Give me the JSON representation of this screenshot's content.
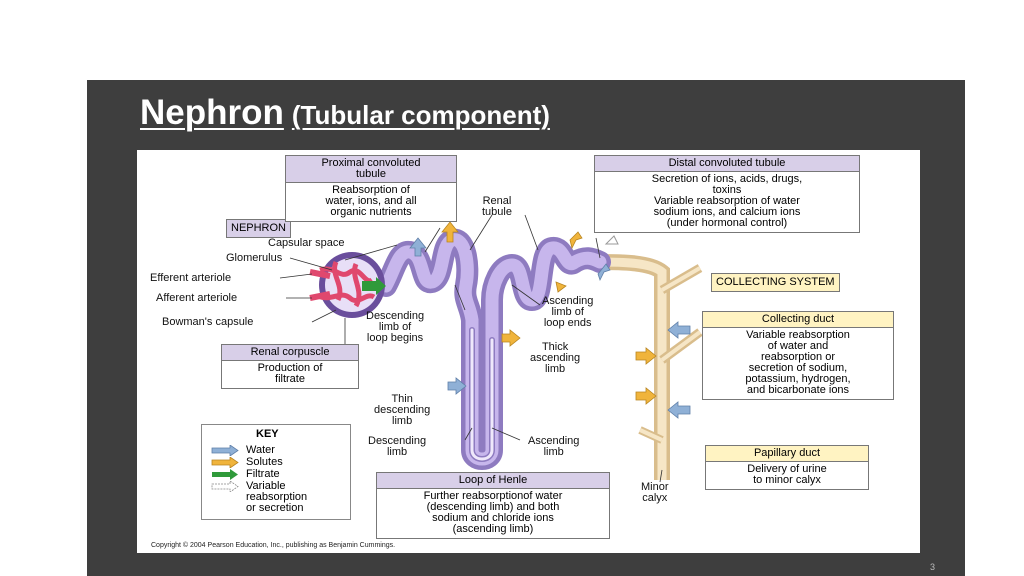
{
  "slide": {
    "title_main": "Nephron",
    "title_sub": "(Tubular component)",
    "slide_number": "3"
  },
  "figure": {
    "nephron_tag": "NEPHRON",
    "collecting_tag": "COLLECTING SYSTEM",
    "labels": {
      "capsular_space": "Capsular space",
      "glomerulus": "Glomerulus",
      "efferent": "Efferent arteriole",
      "afferent": "Afferent arteriole",
      "bowmans": "Bowman's capsule",
      "renal_tubule_1": "Renal",
      "renal_tubule_2": "tubule",
      "desc_begins_1": "Descending",
      "desc_begins_2": "limb of",
      "desc_begins_3": "loop begins",
      "asc_ends_1": "Ascending",
      "asc_ends_2": "limb of",
      "asc_ends_3": "loop ends",
      "thick_1": "Thick",
      "thick_2": "ascending",
      "thick_3": "limb",
      "thin_1": "Thin",
      "thin_2": "descending",
      "thin_3": "limb",
      "desc_limb_1": "Descending",
      "desc_limb_2": "limb",
      "asc_limb_1": "Ascending",
      "asc_limb_2": "limb",
      "minor_calyx_1": "Minor",
      "minor_calyx_2": "calyx"
    },
    "boxes": {
      "pct": {
        "header_1": "Proximal convoluted",
        "header_2": "tubule",
        "body_1": "Reabsorption of",
        "body_2": "water, ions, and all",
        "body_3": "organic nutrients"
      },
      "dct": {
        "header": "Distal convoluted tubule",
        "body_1": "Secretion of ions, acids, drugs,",
        "body_2": "toxins",
        "body_3": "Variable reabsorption of water",
        "body_4": "sodium ions, and calcium ions",
        "body_5": "(under hormonal control)"
      },
      "renal_corpuscle": {
        "header": "Renal corpuscle",
        "body_1": "Production of",
        "body_2": "filtrate"
      },
      "collecting_duct": {
        "header": "Collecting duct",
        "body_1": "Variable reabsorption",
        "body_2": "of water and",
        "body_3": "reabsorption or",
        "body_4": "secretion of sodium,",
        "body_5": "potassium, hydrogen,",
        "body_6": "and bicarbonate ions"
      },
      "papillary_duct": {
        "header": "Papillary duct",
        "body_1": "Delivery of urine",
        "body_2": "to minor calyx"
      },
      "loop_of_henle": {
        "header": "Loop of Henle",
        "body_1": "Further reabsorptionof water",
        "body_2": "(descending limb) and both",
        "body_3": "sodium and chloride ions",
        "body_4": "(ascending limb)"
      }
    },
    "key": {
      "title": "KEY",
      "water": "Water",
      "solutes": "Solutes",
      "filtrate": "Filtrate",
      "variable_1": "Variable",
      "variable_2": "reabsorption",
      "variable_3": "or secretion"
    },
    "copyright": "Copyright © 2004 Pearson Education, Inc., publishing as Benjamin Cummings.",
    "colors": {
      "water_arrow": "#8fb0d6",
      "solute_arrow": "#f0b43c",
      "filtrate_arrow": "#2f9a3a",
      "tubule": "#b9a5de",
      "collecting_duct": "#f0dcb4",
      "vessels": "#e0486e"
    }
  }
}
